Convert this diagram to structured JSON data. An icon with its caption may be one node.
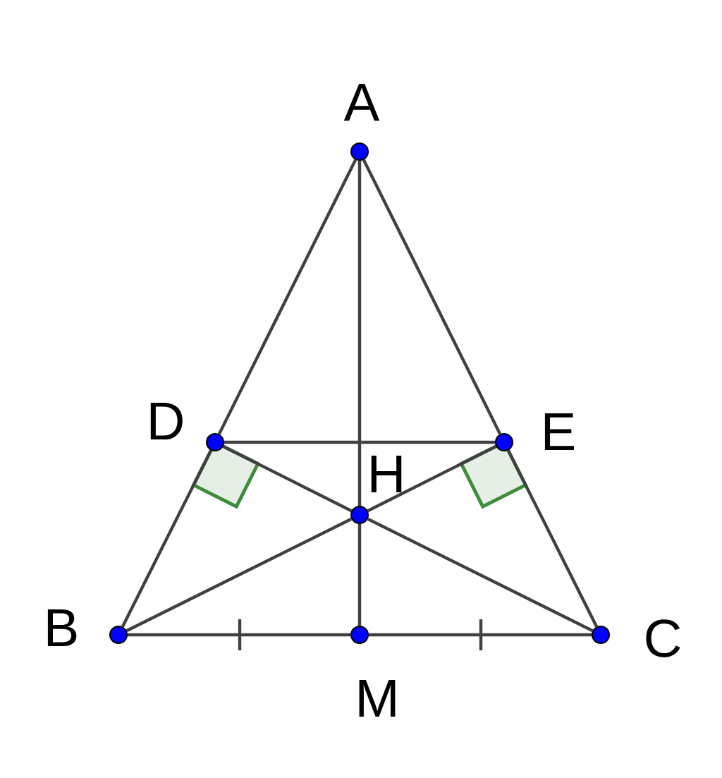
{
  "diagram": {
    "nodes": [
      {
        "text": [],
        "shape": "circle",
        "beside": [
          "A"
        ]
      },
      {
        "text": [],
        "shape": "circle",
        "beside": [
          "D"
        ]
      },
      {
        "text": [],
        "shape": "circle",
        "beside": [
          "E"
        ]
      },
      {
        "text": [],
        "shape": "circle",
        "beside": [
          "H"
        ]
      },
      {
        "text": [],
        "shape": "circle",
        "beside": [
          "B"
        ]
      },
      {
        "text": [],
        "shape": "circle",
        "beside": [
          "M"
        ]
      },
      {
        "text": [],
        "shape": "circle",
        "beside": [
          "C"
        ]
      }
    ],
    "edges": [
      {
        "from": 0,
        "to": 1,
        "arrow": "none"
      },
      {
        "from": 1,
        "to": 4,
        "arrow": "none"
      },
      {
        "from": 0,
        "to": 2,
        "arrow": "none"
      },
      {
        "from": 2,
        "to": 6,
        "arrow": "none"
      },
      {
        "from": 0,
        "to": 3,
        "arrow": "none"
      },
      {
        "from": 3,
        "to": 5,
        "arrow": "none"
      },
      {
        "from": 4,
        "to": 5,
        "arrow": "none"
      },
      {
        "from": 5,
        "to": 6,
        "arrow": "none"
      },
      {
        "from": 1,
        "to": 2,
        "arrow": "none"
      },
      {
        "from": 1,
        "to": 3,
        "arrow": "none"
      },
      {
        "from": 3,
        "to": 6,
        "arrow": "none"
      },
      {
        "from": 4,
        "to": 3,
        "arrow": "none"
      },
      {
        "from": 3,
        "to": 2,
        "arrow": "none"
      }
    ]
  }
}
